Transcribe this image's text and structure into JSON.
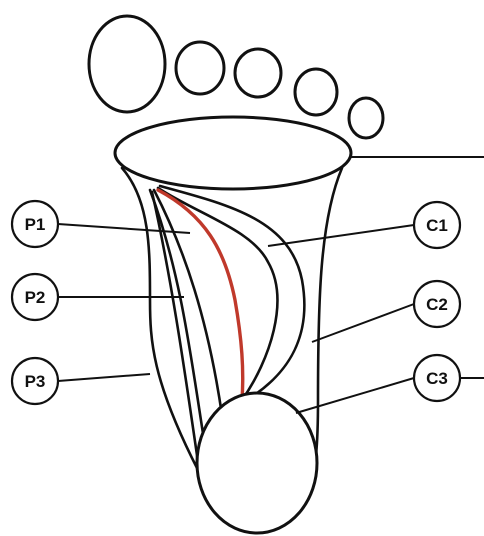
{
  "labels": {
    "p1": "P1",
    "p2": "P2",
    "p3": "P3",
    "c1": "C1",
    "c2": "C2",
    "c3": "C3"
  },
  "colors": {
    "highlight": "#c0392b",
    "ink": "#111111"
  }
}
